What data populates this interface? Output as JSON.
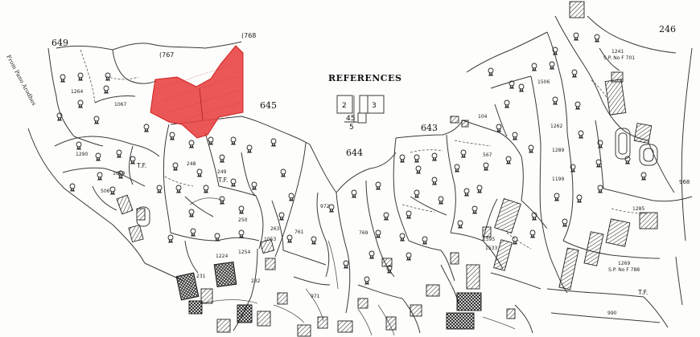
{
  "colors": {
    "highlight": "#e8403f",
    "ink": "#222222",
    "paper": "#fdfdfb"
  },
  "references": {
    "title": "REFERENCES",
    "cell_left": "2",
    "cell_right": "3",
    "cell_bottom_top": "45",
    "cell_bottom_bottom": "5"
  },
  "road_label": "From Pano Arodhes",
  "highlighted_parcel": {
    "color": "#e8403f"
  },
  "parcel_numbers_large": [
    "649",
    "(767",
    "(768",
    "645",
    "644",
    "643",
    "246",
    "968"
  ],
  "parcel_numbers_small": [
    "1264",
    "1067",
    "1290",
    "1069",
    "506",
    "248",
    "249",
    "250",
    "972",
    "761",
    "769",
    "1053",
    "1224",
    "231",
    "1254",
    "232",
    "1506",
    "1262",
    "1241",
    "S.P. No F 701",
    "1533",
    "1289",
    "1199",
    "1269",
    "S.P. No F 788",
    "990",
    "1285",
    "971",
    "567",
    "1595",
    "104",
    "263"
  ],
  "tf_labels": [
    "T.F.",
    "T.F.",
    "T.F."
  ],
  "icons": [
    "tree-symbol-icon",
    "hatched-building-icon"
  ]
}
